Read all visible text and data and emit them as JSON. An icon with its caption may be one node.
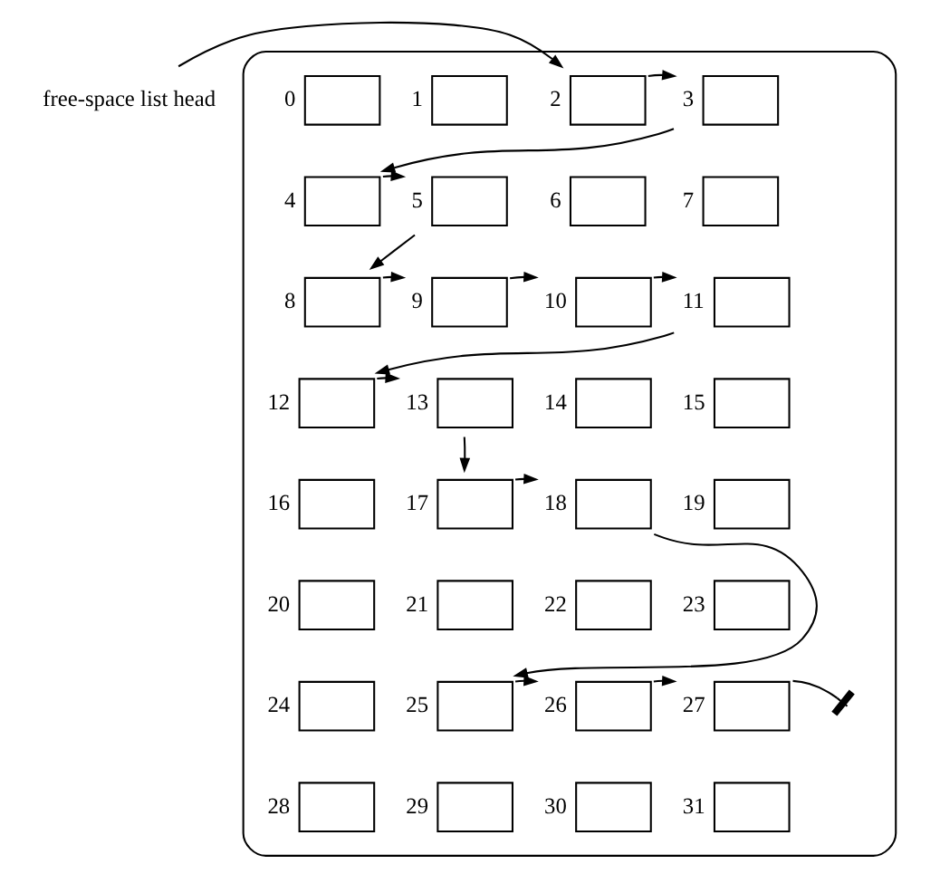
{
  "diagram": {
    "nodes": [
      {
        "text": [
          "free-space list head"
        ]
      },
      {
        "text": [],
        "shape": "cylinder"
      },
      {
        "text": [],
        "shape": "box",
        "in": 1,
        "beside": [
          "0"
        ]
      },
      {
        "text": [],
        "shape": "box",
        "in": 1,
        "beside": [
          "1"
        ]
      },
      {
        "text": [],
        "shape": "box",
        "in": 1,
        "beside": [
          "2"
        ]
      },
      {
        "text": [],
        "shape": "box",
        "in": 1,
        "beside": [
          "3"
        ]
      },
      {
        "text": [],
        "shape": "box",
        "in": 1,
        "beside": [
          "4"
        ]
      },
      {
        "text": [],
        "shape": "box",
        "in": 1,
        "beside": [
          "5"
        ]
      },
      {
        "text": [],
        "shape": "box",
        "in": 1,
        "beside": [
          "6"
        ]
      },
      {
        "text": [],
        "shape": "box",
        "in": 1,
        "beside": [
          "7"
        ]
      },
      {
        "text": [],
        "shape": "box",
        "in": 1,
        "beside": [
          "8"
        ]
      },
      {
        "text": [],
        "shape": "box",
        "in": 1,
        "beside": [
          "9"
        ]
      },
      {
        "text": [],
        "shape": "box",
        "in": 1,
        "beside": [
          "10"
        ]
      },
      {
        "text": [],
        "shape": "box",
        "in": 1,
        "beside": [
          "11"
        ]
      },
      {
        "text": [],
        "shape": "box",
        "in": 1,
        "beside": [
          "12"
        ]
      },
      {
        "text": [],
        "shape": "box",
        "in": 1,
        "beside": [
          "13"
        ]
      },
      {
        "text": [],
        "shape": "box",
        "in": 1,
        "beside": [
          "14"
        ]
      },
      {
        "text": [],
        "shape": "box",
        "in": 1,
        "beside": [
          "15"
        ]
      },
      {
        "text": [],
        "shape": "box",
        "in": 1,
        "beside": [
          "16"
        ]
      },
      {
        "text": [],
        "shape": "box",
        "in": 1,
        "beside": [
          "17"
        ]
      },
      {
        "text": [],
        "shape": "box",
        "in": 1,
        "beside": [
          "18"
        ]
      },
      {
        "text": [],
        "shape": "box",
        "in": 1,
        "beside": [
          "19"
        ]
      },
      {
        "text": [],
        "shape": "box",
        "in": 1,
        "beside": [
          "20"
        ]
      },
      {
        "text": [],
        "shape": "box",
        "in": 1,
        "beside": [
          "21"
        ]
      },
      {
        "text": [],
        "shape": "box",
        "in": 1,
        "beside": [
          "22"
        ]
      },
      {
        "text": [],
        "shape": "box",
        "in": 1,
        "beside": [
          "23"
        ]
      },
      {
        "text": [],
        "shape": "box",
        "in": 1,
        "beside": [
          "24"
        ]
      },
      {
        "text": [],
        "shape": "box",
        "in": 1,
        "beside": [
          "25"
        ]
      },
      {
        "text": [],
        "shape": "box",
        "in": 1,
        "beside": [
          "26"
        ]
      },
      {
        "text": [],
        "shape": "box",
        "in": 1,
        "beside": [
          "27"
        ]
      },
      {
        "text": [],
        "shape": "box",
        "in": 1,
        "beside": [
          "28"
        ]
      },
      {
        "text": [],
        "shape": "box",
        "in": 1,
        "beside": [
          "29"
        ]
      },
      {
        "text": [],
        "shape": "box",
        "in": 1,
        "beside": [
          "30"
        ]
      },
      {
        "text": [],
        "shape": "box",
        "in": 1,
        "beside": [
          "31"
        ]
      }
    ],
    "edges": [
      {
        "from": 0,
        "to": 4,
        "arrow": "to"
      },
      {
        "from": 4,
        "to": 5,
        "arrow": "to"
      },
      {
        "from": 5,
        "to": 6,
        "arrow": "to"
      },
      {
        "from": 6,
        "to": 7,
        "arrow": "to"
      },
      {
        "from": 7,
        "to": 10,
        "arrow": "to"
      },
      {
        "from": 10,
        "to": 11,
        "arrow": "to"
      },
      {
        "from": 11,
        "to": 12,
        "arrow": "to"
      },
      {
        "from": 12,
        "to": 13,
        "arrow": "to"
      },
      {
        "from": 13,
        "to": 14,
        "arrow": "to"
      },
      {
        "from": 14,
        "to": 15,
        "arrow": "to"
      },
      {
        "from": 15,
        "to": 19,
        "arrow": "to"
      },
      {
        "from": 19,
        "to": 20,
        "arrow": "to"
      },
      {
        "from": 20,
        "to": 27,
        "arrow": "to"
      },
      {
        "from": 27,
        "to": 28,
        "arrow": "to"
      },
      {
        "from": 28,
        "to": 29,
        "arrow": "to"
      },
      {
        "from": 29,
        "to": null,
        "arrow": "other"
      }
    ]
  }
}
